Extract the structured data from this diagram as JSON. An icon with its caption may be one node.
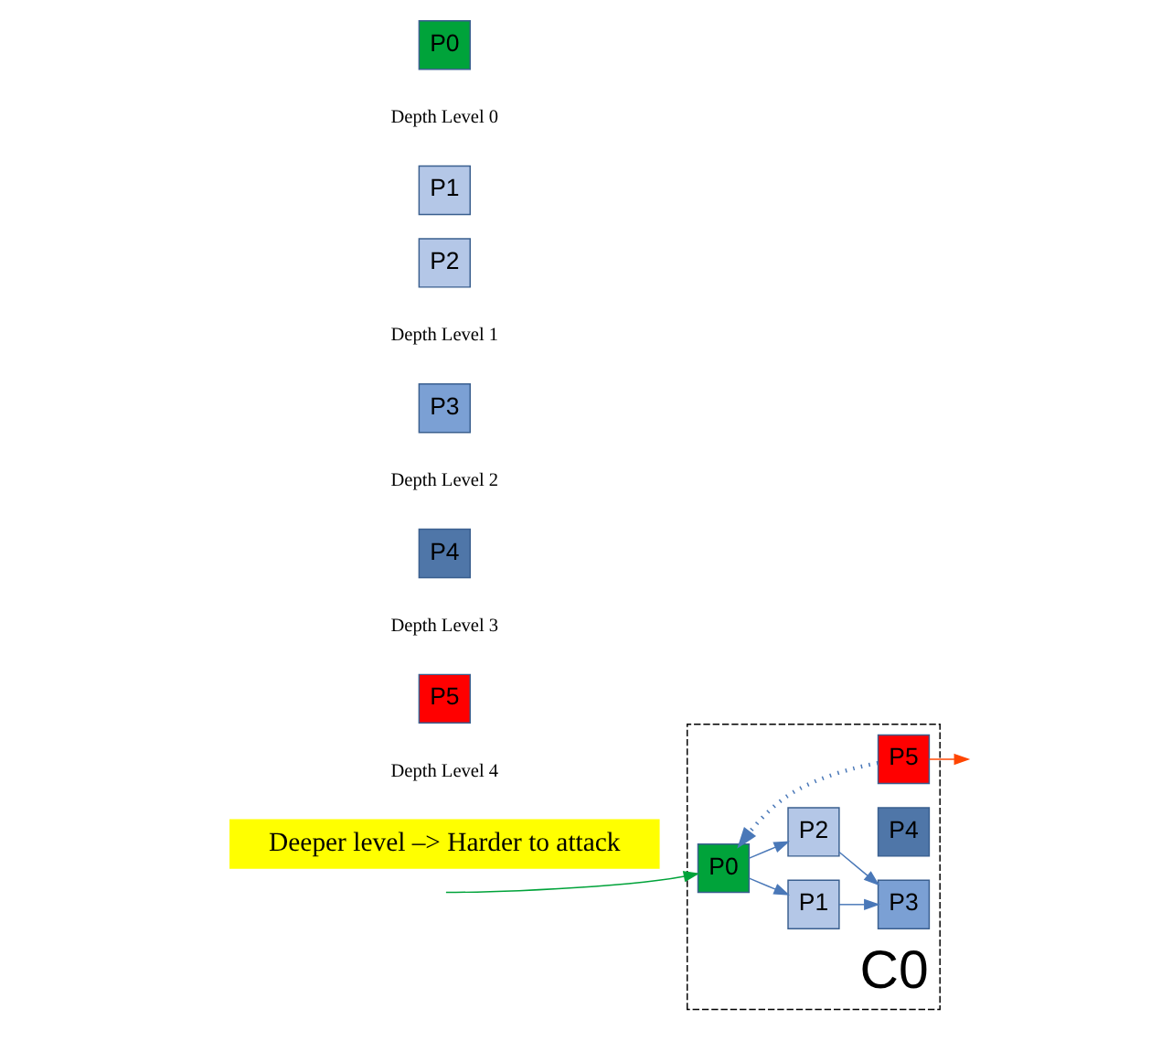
{
  "diagram": {
    "nodes": [
      {
        "text": [
          "Deeper level –> Harder to attack"
        ]
      },
      {
        "text": [
          "C0"
        ]
      },
      {
        "text": [
          "P0"
        ],
        "in": 1
      },
      {
        "text": [
          "P1"
        ],
        "in": 1
      },
      {
        "text": [
          "P2"
        ],
        "in": 1
      },
      {
        "text": [
          "P3"
        ],
        "in": 1
      },
      {
        "text": [
          "P4"
        ],
        "in": 1
      },
      {
        "text": [
          "P5"
        ],
        "in": 1
      },
      {
        "text": [
          "P0"
        ]
      },
      {
        "text": [
          "P1"
        ]
      },
      {
        "text": [
          "P2"
        ]
      },
      {
        "text": [
          "P3"
        ]
      },
      {
        "text": [
          "P4"
        ]
      },
      {
        "text": [
          "P5"
        ]
      }
    ],
    "edges": [
      {
        "from": null,
        "to": 2,
        "arrow": "to",
        "color": "#00a33a"
      },
      {
        "from": 2,
        "to": 3,
        "arrow": "to"
      },
      {
        "from": 2,
        "to": 4,
        "arrow": "to"
      },
      {
        "from": 3,
        "to": 5,
        "arrow": "to"
      },
      {
        "from": 4,
        "to": 5,
        "arrow": "to"
      },
      {
        "from": 7,
        "to": 2,
        "arrow": "to",
        "style": "dashed"
      },
      {
        "from": 7,
        "to": null,
        "arrow": "to",
        "color": "#ff4500"
      }
    ],
    "labels": [
      "Depth Level 0",
      "Depth Level 1",
      "Depth Level 2",
      "Depth Level 3",
      "Depth Level 4"
    ]
  }
}
